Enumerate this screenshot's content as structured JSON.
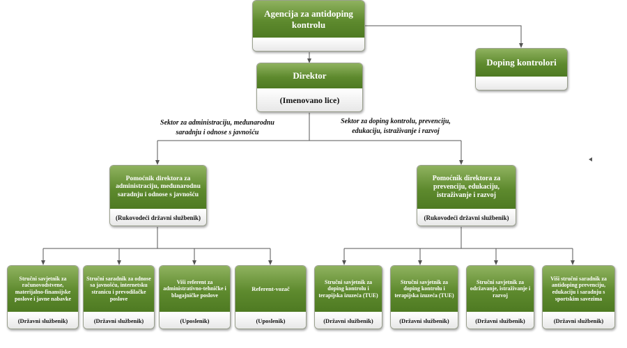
{
  "agency": {
    "title": "Agencija za antidoping kontrolu"
  },
  "doping_controllers": {
    "title": "Doping kontrolori"
  },
  "director": {
    "title": "Direktor",
    "subtitle": "(Imenovano lice)"
  },
  "sector_labels": {
    "left": "Sektor za administraciju, međunarodnu saradnju i odnose s javnošću",
    "right": "Sektor za doping kontrolu, prevenciju, edukaciju, istraživanje i razvoj"
  },
  "assistants": [
    {
      "title": "Pomoćnik direktora za administraciju, međunarodnu saradnju i odnose s javnošću",
      "status": "(Rukovodeći državni službenik)"
    },
    {
      "title": "Pomoćnik direktora za prevenciju, edukaciju, istraživanje i razvoj",
      "status": "(Rukovodeći državni službenik)"
    }
  ],
  "staff": [
    {
      "title": "Stručni savjetnik za računovodstvene, materijalno-finansijske poslove i javne nabavke",
      "status": "(Državni službenik)"
    },
    {
      "title": "Stručni saradnik za odnose sa javnošću, internetsku stranicu i prevodilačke poslove",
      "status": "(Državni službenik)"
    },
    {
      "title": "Viši referent za administrativno-tehničke i blagajničke poslove",
      "status": "(Uposlenik)"
    },
    {
      "title": "Referent-vozač",
      "status": "(Uposlenik)"
    },
    {
      "title": "Stručni savjetnik za doping kontrolu i terapijska izuzeća (TUE)",
      "status": "(Državni službenik)"
    },
    {
      "title": "Stručni savjetnik za doping kontrolu i terapijska izuzeća (TUE)",
      "status": "(Državni službenik)"
    },
    {
      "title": "Stručni savjetnik za održavanje, istraživanje i razvoj",
      "status": "(Državni službenik)"
    },
    {
      "title": "Viši stručni saradnik za antidoping prevenciju, edukaciju i saradnju s sportskim savezima",
      "status": "(Državni službenik)"
    }
  ],
  "colors": {
    "head_green": "#5e8a2e",
    "connector": "#555555"
  }
}
